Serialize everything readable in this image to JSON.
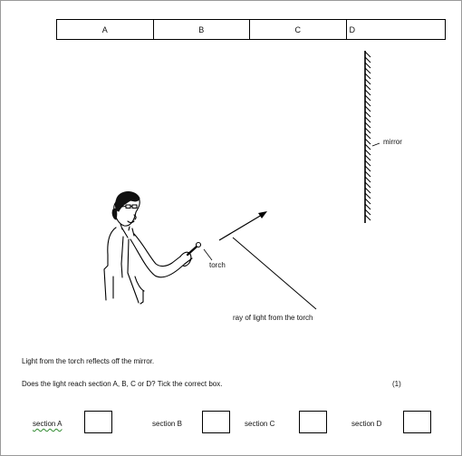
{
  "sections_table": {
    "cells": [
      "A",
      "B",
      "C",
      "D"
    ]
  },
  "labels": {
    "mirror": "mirror",
    "torch": "torch",
    "ray": "ray of light from the torch"
  },
  "question": {
    "statement": "Light from the torch reflects off the mirror.",
    "prompt": "Does the light reach section A, B, C or D?  Tick the correct box.",
    "marks": "(1)",
    "options": [
      {
        "label": "section A"
      },
      {
        "label": "section B"
      },
      {
        "label": "section C"
      },
      {
        "label": "section D"
      }
    ]
  },
  "colors": {
    "ink": "#000000",
    "spellcheck_underline": "#2f8a2f"
  }
}
